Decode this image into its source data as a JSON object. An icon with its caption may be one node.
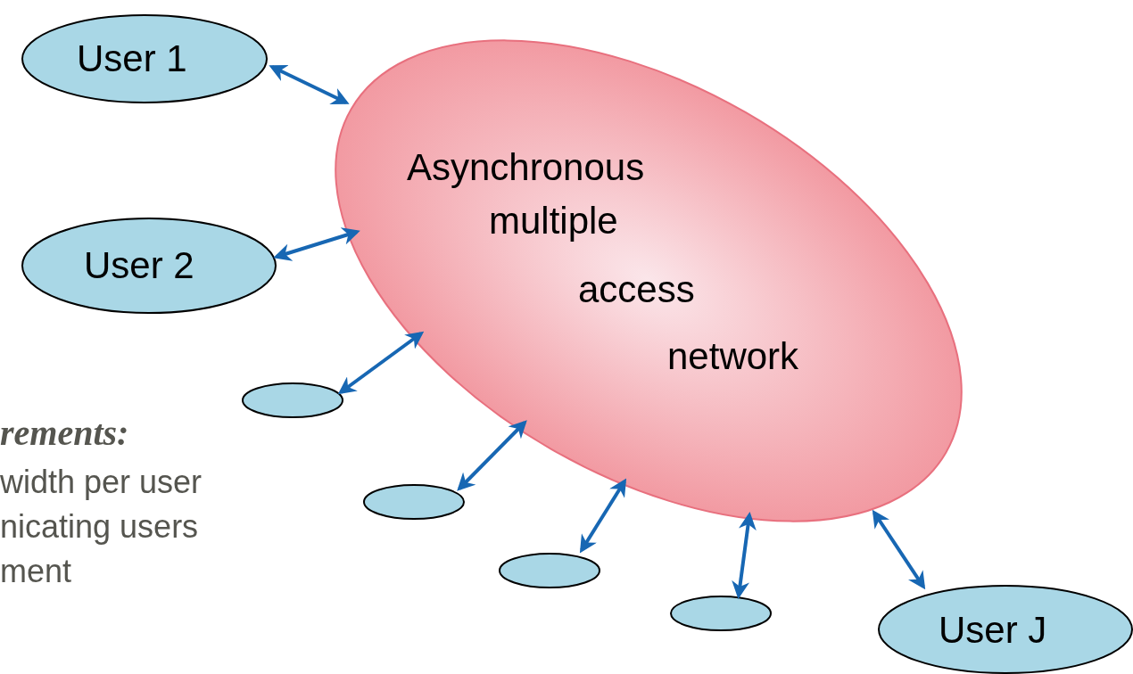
{
  "diagram": {
    "nodes": [
      {
        "text": [
          "User 1"
        ]
      },
      {
        "text": [
          "User 2"
        ]
      },
      {
        "text": [
          "Asynchronous",
          "multiple",
          "access",
          "network"
        ]
      },
      {
        "text": [],
        "shape": "ellipse"
      },
      {
        "text": [],
        "shape": "ellipse"
      },
      {
        "text": [],
        "shape": "ellipse"
      },
      {
        "text": [],
        "shape": "ellipse"
      },
      {
        "text": [
          "User J"
        ]
      }
    ],
    "edges": [
      {
        "from": 0,
        "to": 2,
        "arrow": "both"
      },
      {
        "from": 1,
        "to": 2,
        "arrow": "both"
      },
      {
        "from": 3,
        "to": 2,
        "arrow": "both"
      },
      {
        "from": 4,
        "to": 2,
        "arrow": "both"
      },
      {
        "from": 5,
        "to": 2,
        "arrow": "both"
      },
      {
        "from": 6,
        "to": 2,
        "arrow": "both"
      },
      {
        "from": 7,
        "to": 2,
        "arrow": "both"
      }
    ],
    "labels": [
      "rements:",
      "width per user",
      "nicating users",
      "ment"
    ]
  }
}
